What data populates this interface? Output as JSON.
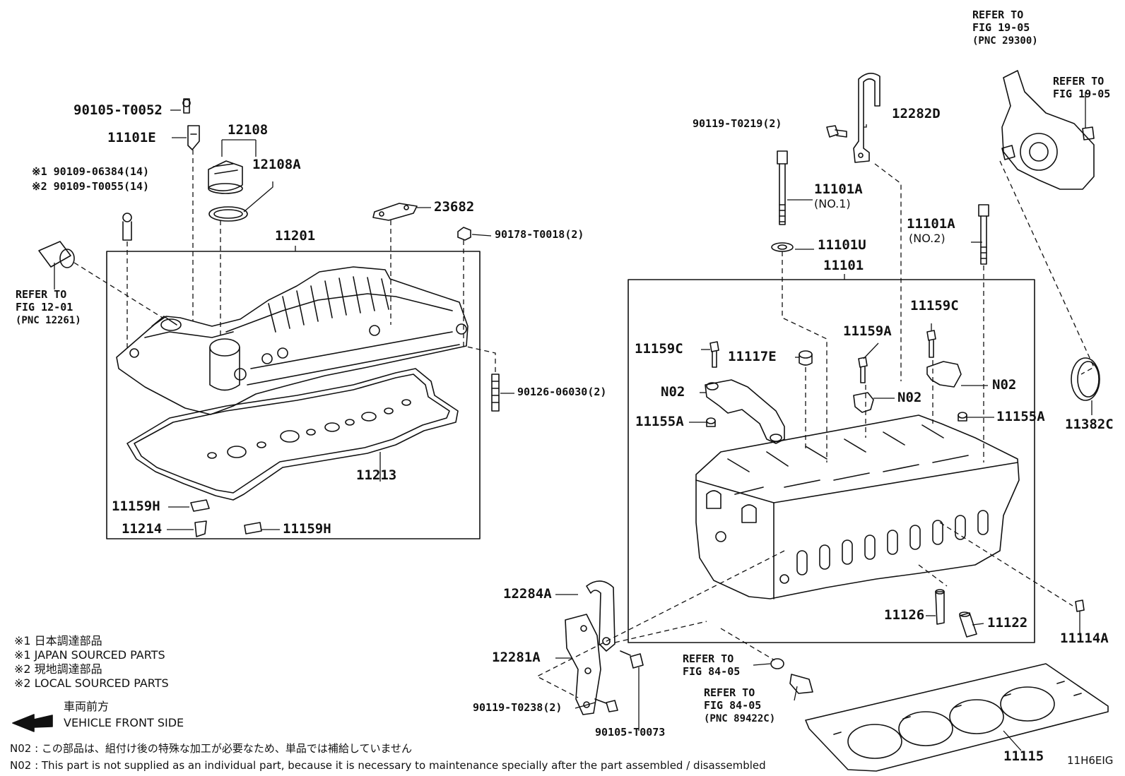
{
  "labels": {
    "p90105_t0052": "90105-T0052",
    "p11101e": "11101E",
    "p12108": "12108",
    "p12108a": "12108A",
    "p90109_a": "※1 90109-06384(14)",
    "p90109_b": "※2 90109-T0055(14)",
    "p23682": "23682",
    "p11201": "11201",
    "p90178": "90178-T0018(2)",
    "p90126": "90126-06030(2)",
    "p11213": "11213",
    "p11159h_a": "11159H",
    "p11214": "11214",
    "p11159h_b": "11159H",
    "p90119_t0219": "90119-T0219(2)",
    "p12282d": "12282D",
    "p11101a_1": "11101A",
    "p11101a_1_sub": "(NO.1)",
    "p11101u": "11101U",
    "p11101": "11101",
    "p11101a_2": "11101A",
    "p11101a_2_sub": "(NO.2)",
    "p11159c_a": "11159C",
    "p11159c_b": "11159C",
    "p11117e": "11117E",
    "p11159a": "11159A",
    "p_n02_a": "N02",
    "p_n02_b": "N02",
    "p_n02_c": "N02",
    "p11155a_a": "11155A",
    "p11155a_b": "11155A",
    "p11382c": "11382C",
    "p12284a": "12284A",
    "p12281a": "12281A",
    "p90119_t0238": "90119-T0238(2)",
    "p90105_t0073": "90105-T0073",
    "p11126": "11126",
    "p11122": "11122",
    "p11114a": "11114A",
    "p11115": "11115"
  },
  "refers": {
    "fig12": {
      "l1": "REFER TO",
      "l2": "FIG 12-01",
      "l3": "(PNC 12261)"
    },
    "fig19_top": {
      "l1": "REFER TO",
      "l2": "FIG 19-05",
      "l3": "(PNC 29300)"
    },
    "fig19_right": {
      "l1": "REFER TO",
      "l2": "FIG 19-05"
    },
    "fig84_a": {
      "l1": "REFER TO",
      "l2": "FIG 84-05"
    },
    "fig84_b": {
      "l1": "REFER TO",
      "l2": "FIG 84-05",
      "l3": "(PNC 89422C)"
    }
  },
  "legend": {
    "l1": "※1 日本調達部品",
    "l2": "※1 JAPAN SOURCED PARTS",
    "l3": "※2 現地調達部品",
    "l4": "※2 LOCAL SOURCED PARTS",
    "front_jp": "車両前方",
    "front_en": "VEHICLE FRONT SIDE"
  },
  "notes": {
    "n02_jp": "N02 : この部品は、組付け後の特殊な加工が必要なため、単品では補給していません",
    "n02_en": "N02 : This part is not supplied as an individual part, because it is necessary to maintenance specially after the part assembled / disassembled"
  },
  "figure_code": "11H6EIG"
}
